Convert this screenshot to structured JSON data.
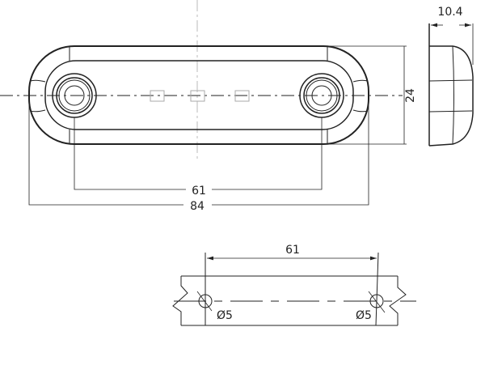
{
  "top_view": {
    "dim_height": "24",
    "dim_hole_spacing": "61",
    "dim_length": "84"
  },
  "side_view": {
    "dim_depth": "10.4"
  },
  "mounting_view": {
    "dim_hole_spacing": "61",
    "hole_left_label": "Ø5",
    "hole_right_label": "Ø5"
  }
}
